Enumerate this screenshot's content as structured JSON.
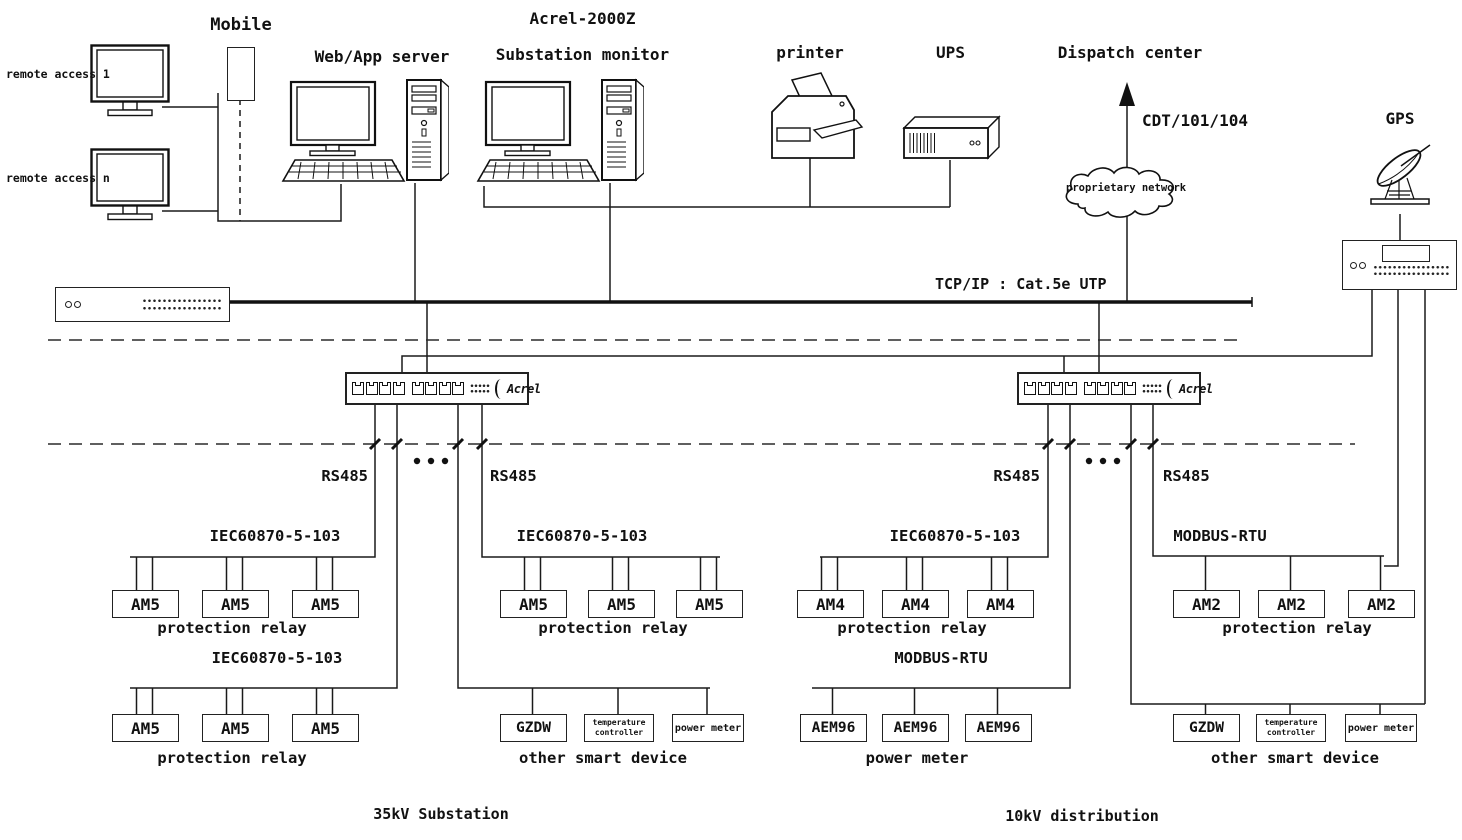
{
  "header_devices": {
    "remote_access_1": "remote access 1",
    "remote_access_n": "remote access n",
    "mobile": "Mobile",
    "web_app_server": "Web/App server",
    "substation_monitor_line1": "Acrel-2000Z",
    "substation_monitor_line2": "Substation monitor",
    "printer": "printer",
    "ups": "UPS",
    "dispatch_center": "Dispatch center",
    "dispatch_protocol": "CDT/101/104",
    "cloud": "proprietary network",
    "gps": "GPS"
  },
  "network": {
    "bus_label": "TCP/IP : Cat.5e UTP",
    "switch_brand": "Acrel",
    "rs485_label": "RS485"
  },
  "groups": [
    {
      "protocol": "IEC60870-5-103",
      "devices": [
        "AM5",
        "AM5",
        "AM5"
      ],
      "caption": "protection relay"
    },
    {
      "protocol": "IEC60870-5-103",
      "devices": [
        "AM5",
        "AM5",
        "AM5"
      ],
      "caption": "protection relay"
    },
    {
      "protocol": "IEC60870-5-103",
      "devices": [
        "AM4",
        "AM4",
        "AM4"
      ],
      "caption": "protection relay"
    },
    {
      "protocol": "MODBUS-RTU",
      "devices": [
        "AM2",
        "AM2",
        "AM2"
      ],
      "caption": "protection relay"
    },
    {
      "protocol": "IEC60870-5-103",
      "devices": [
        "AM5",
        "AM5",
        "AM5"
      ],
      "caption": "protection relay"
    },
    {
      "devices": [
        "GZDW",
        "temperature controller",
        "power meter"
      ],
      "caption": "other smart device"
    },
    {
      "protocol": "MODBUS-RTU",
      "devices": [
        "AEM96",
        "AEM96",
        "AEM96"
      ],
      "caption": "power meter"
    },
    {
      "devices": [
        "GZDW",
        "temperature controller",
        "power meter"
      ],
      "caption": "other smart device"
    }
  ],
  "sections": {
    "left": "35kV Substation",
    "right": "10kV distribution"
  }
}
